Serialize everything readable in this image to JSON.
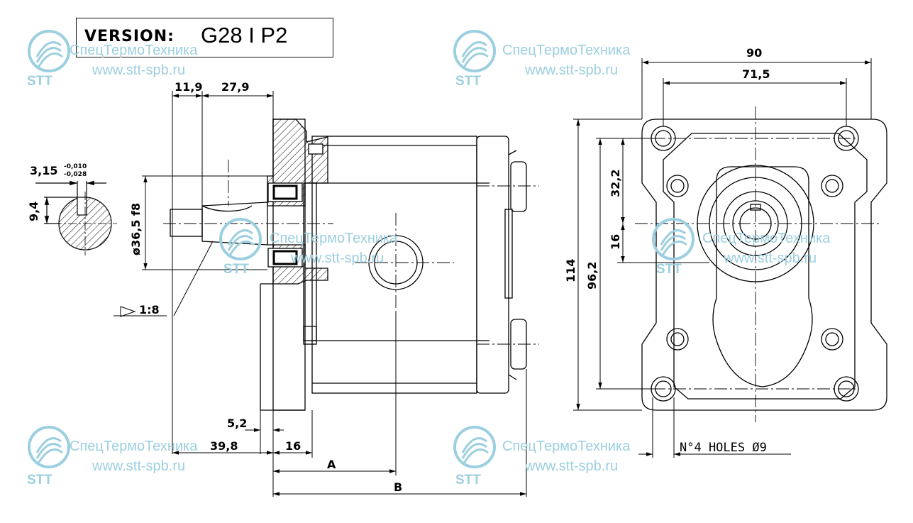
{
  "header": {
    "version_label": "VERSION:",
    "version_value": "G28 I P2"
  },
  "watermark": {
    "company": "СпецТермоТехника",
    "url": "www.stt-spb.ru",
    "brand": "STT",
    "color": "#9ccfe0"
  },
  "dimensions": {
    "shaft_len_1": "11,9",
    "shaft_len_2": "27,9",
    "key_width": "3,15",
    "key_tol_upper": "-0,010",
    "key_tol_lower": "-0,028",
    "key_depth": "9,4",
    "pilot_diameter": "ø36,5 f8",
    "taper": "1:8",
    "flange_thickness": "5,2",
    "offset_1": "39,8",
    "offset_2": "16",
    "dim_a": "A",
    "dim_b": "B",
    "width_overall": "90",
    "width_holes": "71,5",
    "height_overall": "114",
    "height_holes": "96,2",
    "port_offset": "32,2",
    "port_spacing": "16",
    "holes_note": "N°4  HOLES Ø9"
  }
}
